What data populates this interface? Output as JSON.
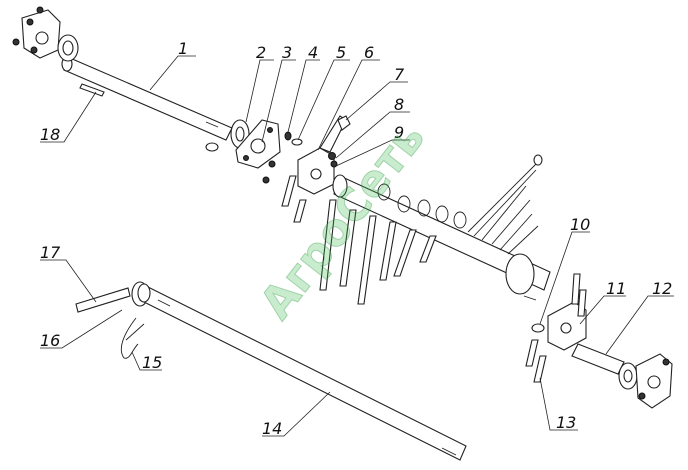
{
  "watermark": "АгроСеть",
  "callouts": [
    "1",
    "2",
    "3",
    "4",
    "5",
    "6",
    "7",
    "8",
    "9",
    "10",
    "11",
    "12",
    "13",
    "14",
    "15",
    "16",
    "17",
    "18"
  ]
}
